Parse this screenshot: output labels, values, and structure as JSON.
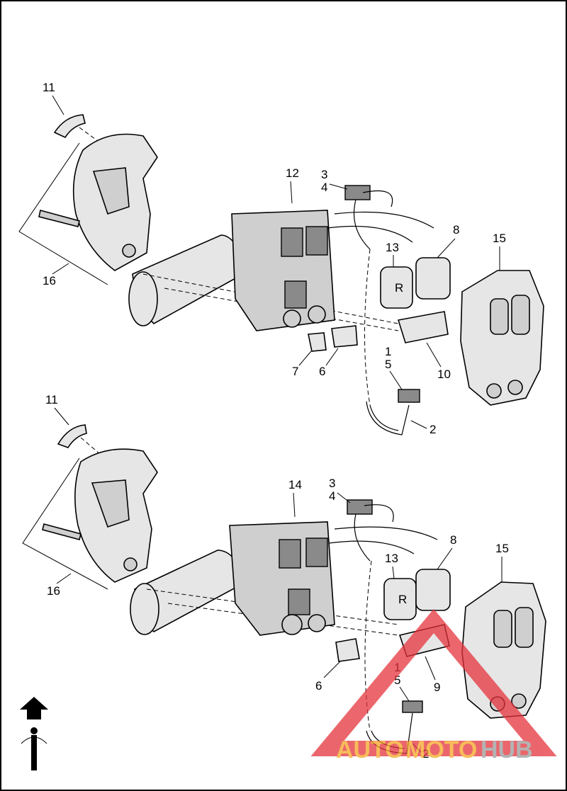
{
  "diagram": {
    "upper": {
      "callouts": {
        "c11": "11",
        "c12": "12",
        "c3": "3",
        "c4": "4",
        "c8": "8",
        "c13": "13",
        "c15": "15",
        "c16": "16",
        "c1": "1",
        "c5": "5",
        "c7": "7",
        "c6": "6",
        "c10": "10",
        "c2": "2"
      },
      "switch_labels": {
        "reverse": "R"
      }
    },
    "lower": {
      "callouts": {
        "c11": "11",
        "c14": "14",
        "c3": "3",
        "c4": "4",
        "c8": "8",
        "c13": "13",
        "c15": "15",
        "c16": "16",
        "c1": "1",
        "c5": "5",
        "c6": "6",
        "c9": "9",
        "c2": "2"
      },
      "switch_labels": {
        "reverse": "R"
      }
    }
  },
  "watermark": {
    "part1": "AUTO",
    "part2": "MOTO",
    "part3": "HUB",
    "color_orange": "#f5a623",
    "color_gray": "#9a9a9a",
    "color_red": "#e4343c"
  }
}
